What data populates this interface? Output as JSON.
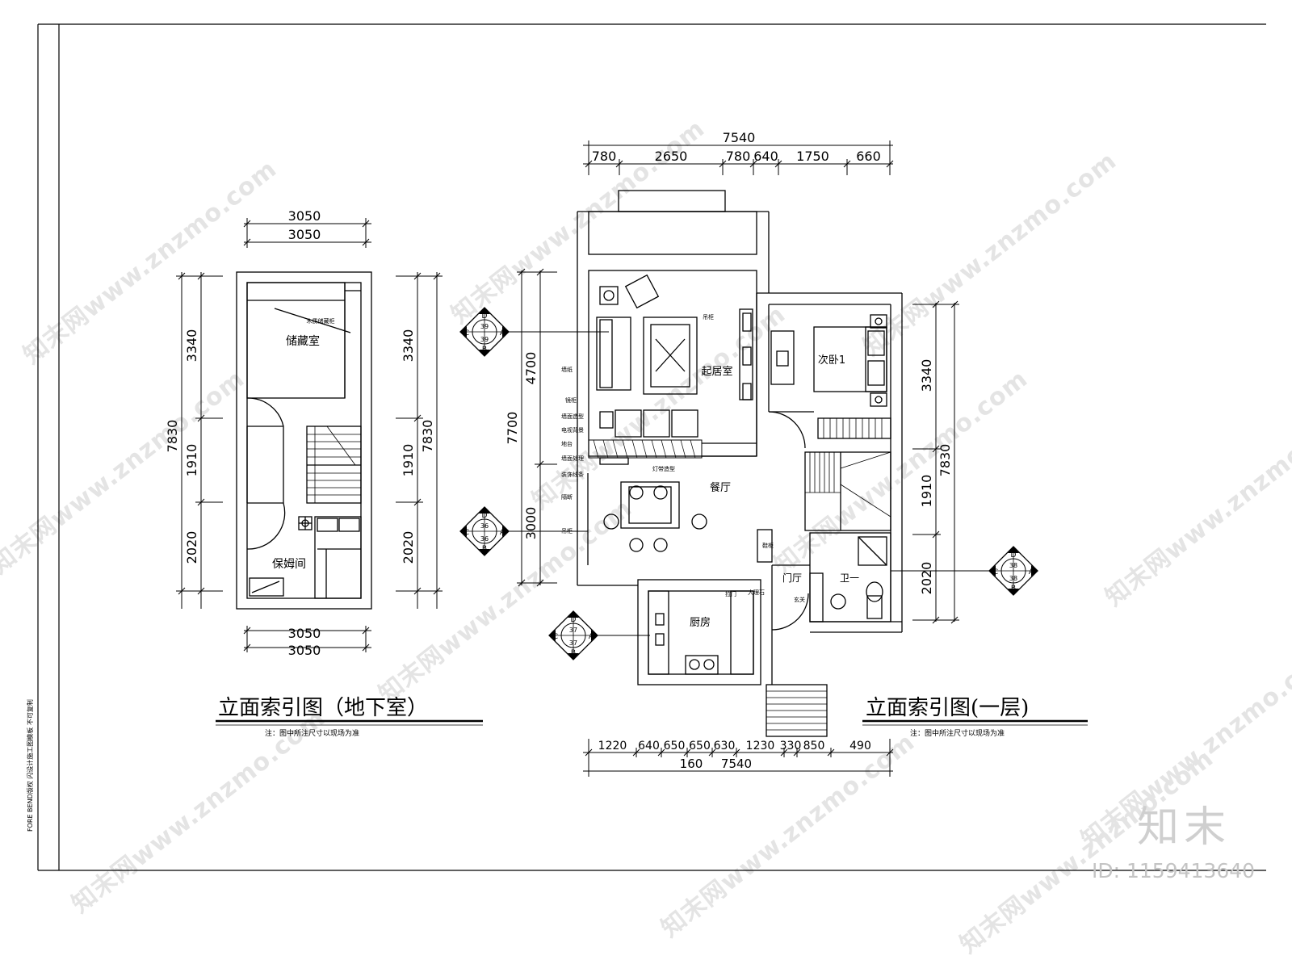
{
  "watermark": "知末网www.znzmo.com",
  "logo": "知末",
  "image_id": "ID: 1159413640",
  "side_note": "FORE BEND版权 闪设计施工图模板 不可复制",
  "left_plan": {
    "title": "立面索引图（地下室）",
    "note": "注：图中所注尺寸以现场为准",
    "rooms": {
      "storage": "储藏室",
      "maid": "保姆间",
      "storage_tag": "木质储藏柜"
    },
    "dims": {
      "top1": "3050",
      "top2": "3050",
      "bottom1": "3050",
      "bottom2": "3050",
      "left_total": "7830",
      "left_a": "3340",
      "left_b": "1910",
      "left_c": "2020",
      "right_total": "7830",
      "right_a": "3340",
      "right_b": "1910",
      "right_c": "2020"
    }
  },
  "right_plan": {
    "title": "立面索引图(一层)",
    "note": "注：图中所注尺寸以现场为准",
    "rooms": {
      "living": "起居室",
      "bedroom": "次卧1",
      "dining": "餐厅",
      "kitchen": "厨房",
      "foyer": "门厅",
      "bath": "卫一"
    },
    "dims": {
      "top_total": "7540",
      "top_segments": [
        "780",
        "2650",
        "780",
        "640",
        "1750",
        "660"
      ],
      "left_total": "7700",
      "left_a": "4700",
      "left_b": "3000",
      "right_total": "7830",
      "right_a": "3340",
      "right_b": "1910",
      "right_c": "2020",
      "bottom_segments": [
        "1220",
        "640",
        "650",
        "650",
        "630",
        "1230",
        "330",
        "850",
        "490"
      ],
      "bottom_total": "7540",
      "bottom_small": "160"
    },
    "tags": [
      "墙纸",
      "墙面造型",
      "电视背景",
      "地台",
      "墙面处理",
      "装饰线条",
      "隔断",
      "吊柜",
      "吊柜",
      "灯带造型",
      "大理石",
      "鞋柜",
      "玄关",
      "镜柜",
      "拉门"
    ]
  },
  "elevation_markers": [
    {
      "n": "D",
      "e": "A",
      "s": "B",
      "w": "C",
      "num": "39"
    },
    {
      "n": "D",
      "e": "A",
      "s": "B",
      "w": "C",
      "num": "36"
    },
    {
      "n": "D",
      "e": "A",
      "s": "B",
      "w": "C",
      "num": "37"
    },
    {
      "n": "D",
      "e": "A",
      "s": "B",
      "w": "C",
      "num": "38"
    }
  ]
}
